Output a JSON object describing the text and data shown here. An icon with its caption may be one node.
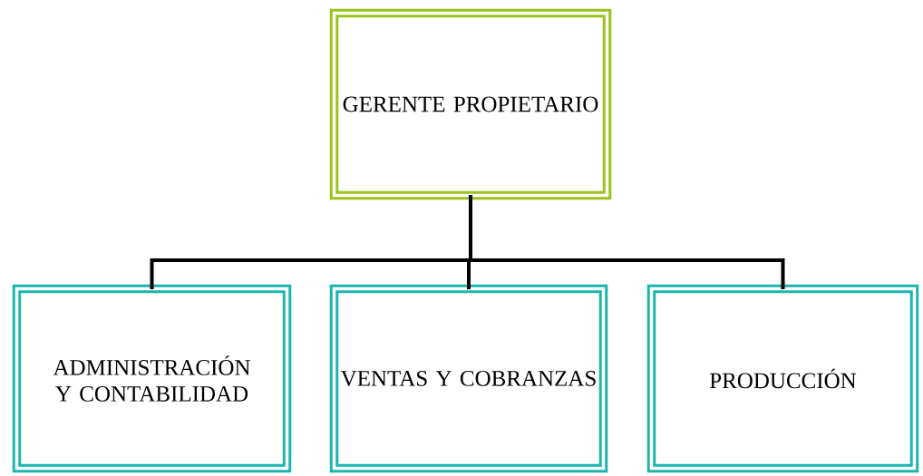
{
  "diagram": {
    "nodes": [
      {
        "text": [
          "GERENTE PROPIETARIO"
        ]
      },
      {
        "text": [
          "ADMINISTRACIÓN Y CONTABILIDAD"
        ]
      },
      {
        "text": [
          "VENTAS Y COBRANZAS"
        ]
      },
      {
        "text": [
          "PRODUCCIÓN"
        ]
      }
    ],
    "edges": [
      {
        "from": 0,
        "to": 1,
        "arrow": "none"
      },
      {
        "from": 0,
        "to": 2,
        "arrow": "none"
      },
      {
        "from": 0,
        "to": 3,
        "arrow": "none"
      }
    ]
  }
}
